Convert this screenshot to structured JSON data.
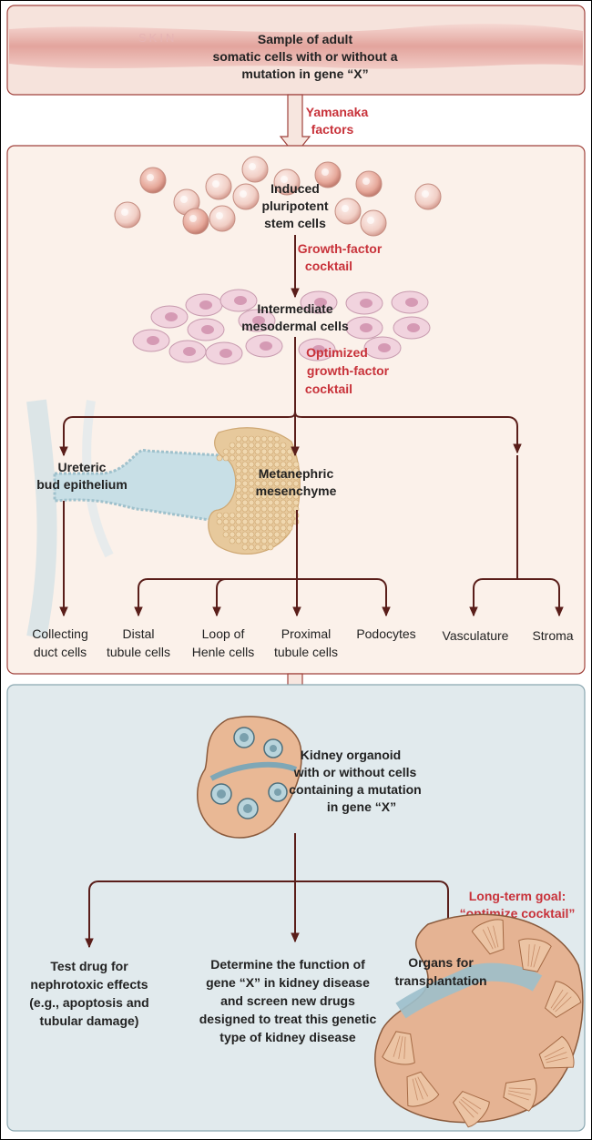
{
  "skin_label": "SKIN",
  "sample": [
    "Sample of adult",
    "somatic cells with or without a",
    "mutation in gene “X”"
  ],
  "yamanaka": [
    "Yamanaka",
    "factors"
  ],
  "ipsc": [
    "Induced",
    "pluripotent",
    "stem cells"
  ],
  "growth_factor": [
    "Growth-factor",
    "cocktail"
  ],
  "intermediate": [
    "Intermediate",
    "mesodermal cells"
  ],
  "optimized": [
    "Optimized",
    "growth-factor",
    "cocktail"
  ],
  "ureteric": [
    "Ureteric",
    "bud epithelium"
  ],
  "metanephric": [
    "Metanephric",
    "mesenchyme"
  ],
  "cell_types": {
    "collecting": [
      "Collecting",
      "duct cells"
    ],
    "distal": [
      "Distal",
      "tubule cells"
    ],
    "loop": [
      "Loop of",
      "Henle cells"
    ],
    "proximal": [
      "Proximal",
      "tubule cells"
    ],
    "podocytes": [
      "Podocytes"
    ],
    "vasculature": [
      "Vasculature"
    ],
    "stroma": [
      "Stroma"
    ]
  },
  "organoid": [
    "Kidney organoid",
    "with or without cells",
    "containing a mutation",
    "in gene “X”"
  ],
  "long_term": [
    "Long-term goal:",
    "“optimize cocktail”"
  ],
  "outcomes": {
    "test_drug": [
      "Test drug for",
      "nephrotoxic effects",
      "(e.g., apoptosis and",
      "tubular damage)"
    ],
    "determine": [
      "Determine the function of",
      "gene “X” in kidney disease",
      "and screen new drugs",
      "designed to treat this genetic",
      "type of kidney disease"
    ],
    "organs": [
      "Organs for",
      "transplantation"
    ]
  },
  "colors": {
    "panel_top": "#f6e3dc",
    "panel_mid": "#fbf1ea",
    "panel_bottom": "#e1eaed",
    "panel_border": "#a0423c",
    "arrow": "#5a1e1a",
    "red_text": "#c8323a",
    "cell_pink": "#f3c9c2",
    "meso_pink": "#e9bfd0",
    "kidney_tan": "#e5b393"
  }
}
